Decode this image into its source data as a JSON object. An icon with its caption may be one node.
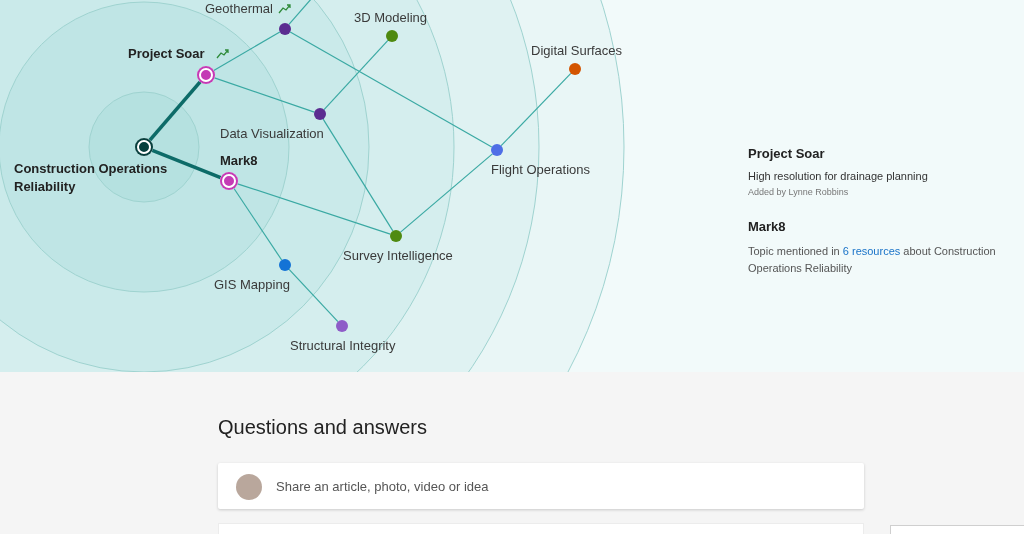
{
  "diagram": {
    "title": "Questions and answers",
    "nodes": [
      {
        "text": [
          "Geothermal"
        ]
      },
      {
        "text": [
          "3D Modeling"
        ]
      },
      {
        "text": [
          "Digital Surfaces"
        ]
      },
      {
        "text": [
          "Project Soar"
        ]
      },
      {
        "text": [
          "Data Visualization"
        ]
      },
      {
        "text": [
          "Construction Operations Reliability"
        ]
      },
      {
        "text": [
          "Flight Operations"
        ]
      },
      {
        "text": [
          "Mark8"
        ]
      },
      {
        "text": [
          "Survey Intelligence"
        ]
      },
      {
        "text": [
          "GIS Mapping"
        ]
      },
      {
        "text": [
          "Structural Integrity"
        ]
      }
    ],
    "edges": [
      {
        "from": 5,
        "to": 3,
        "arrow": "none",
        "style": "thick",
        "color": "#0d6b68"
      },
      {
        "from": 5,
        "to": 7,
        "arrow": "none",
        "style": "thick",
        "color": "#0d6b68"
      },
      {
        "from": 3,
        "to": 0,
        "arrow": "none"
      },
      {
        "from": 0,
        "to": null,
        "arrow": "none"
      },
      {
        "from": 3,
        "to": 4,
        "arrow": "none"
      },
      {
        "from": 0,
        "to": 6,
        "arrow": "none"
      },
      {
        "from": 1,
        "to": 4,
        "arrow": "none"
      },
      {
        "from": 4,
        "to": 8,
        "arrow": "none"
      },
      {
        "from": 7,
        "to": 8,
        "arrow": "none"
      },
      {
        "from": 7,
        "to": 9,
        "arrow": "none"
      },
      {
        "from": 9,
        "to": 10,
        "arrow": "none"
      },
      {
        "from": 8,
        "to": 6,
        "arrow": "none"
      },
      {
        "from": 6,
        "to": 2,
        "arrow": "none"
      }
    ],
    "labels": [
      "Project Soar",
      "High resolution for drainage planning",
      "Added by Lynne Robbins",
      "Mark8",
      "Topic mentioned in",
      "6 resources",
      "about Construction Operations Reliability",
      "Share an article, photo, video or idea"
    ]
  }
}
